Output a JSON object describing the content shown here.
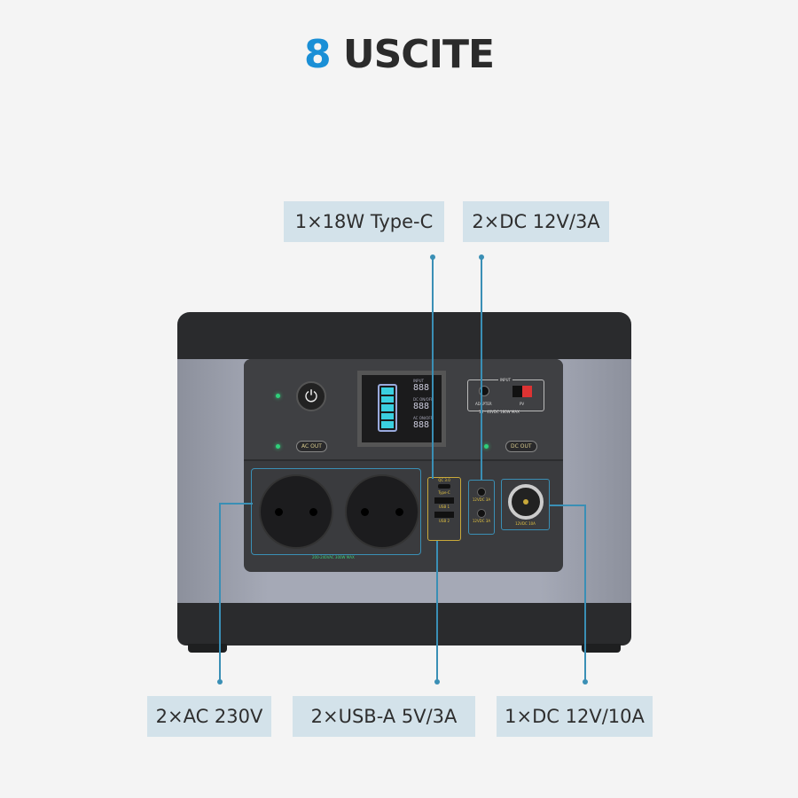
{
  "title": {
    "number": "8",
    "text": "USCITE"
  },
  "labels": {
    "type_c": "1×18W Type-C",
    "dc_3a": "2×DC 12V/3A",
    "ac": "2×AC 230V",
    "usb_a": "2×USB-A 5V/3A",
    "dc_10a": "1×DC 12V/10A"
  },
  "device": {
    "input_title": "INPUT",
    "adapter": "ADAPTER",
    "pv": "PV",
    "input_spec": "14 - 40VDC 180W MAX",
    "ac_out": "AC OUT",
    "dc_out": "DC OUT",
    "ac_spec": "200-240VAC 300W MAX",
    "qc": "QC 3.0",
    "typec": "Type-C",
    "usb1": "USB 1",
    "usb2": "USB 2",
    "dc1": "12VDC 3A",
    "dc2": "12VDC 3A",
    "car": "12VDC 10A",
    "screen": {
      "input": "INPUT",
      "dc": "DC ON/OFF",
      "ac": "AC ON/OFF",
      "digits": "888"
    }
  },
  "colors": {
    "accent": "#1a8fd6",
    "label_bg": "#d3e2ea",
    "line": "#3a8fb5"
  }
}
